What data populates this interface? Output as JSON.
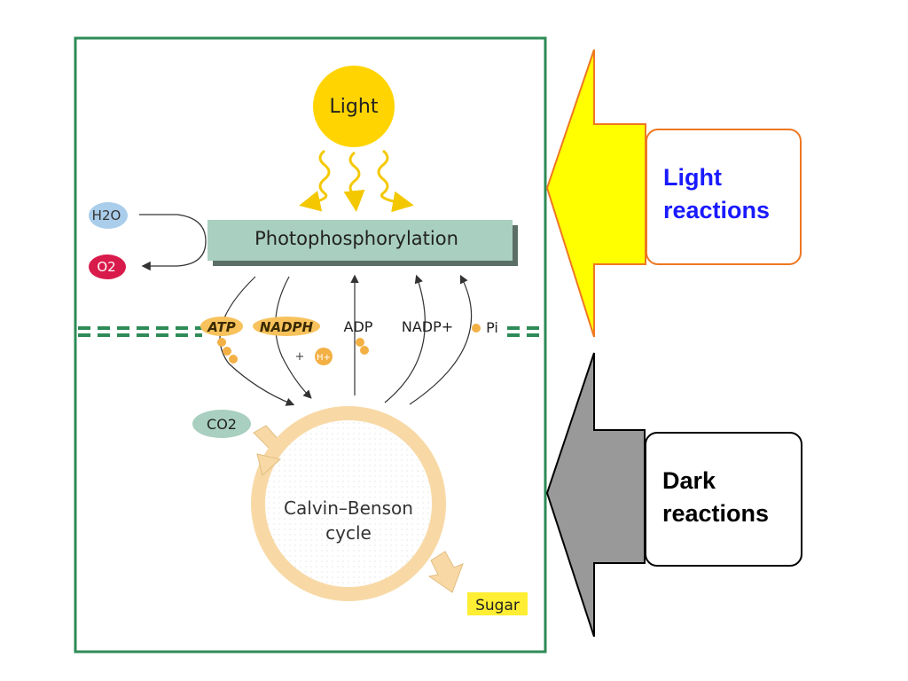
{
  "diagram": {
    "sun_label": "Light",
    "photophosphorylation_label": "Photophosphorylation",
    "water_label": "H2O",
    "oxygen_label": "O2",
    "atp_label": "ATP",
    "nadph_label": "NADPH",
    "adp_label": "ADP",
    "nadp_label": "NADP+",
    "pi_label": "Pi",
    "hplus_label": "H+",
    "plus_sign": "+",
    "co2_label": "CO2",
    "cycle_label_line1": "Calvin–Benson",
    "cycle_label_line2": "cycle",
    "sugar_label": "Sugar"
  },
  "callouts": {
    "light_line1": "Light",
    "light_line2": "reactions",
    "dark_line1": "Dark",
    "dark_line2": "reactions"
  },
  "colors": {
    "frame_green": "#2e8b57",
    "sun_yellow": "#ffd400",
    "bar_teal": "#a8cfc0",
    "water_blue": "#a9cdea",
    "oxygen_red": "#d81b4a",
    "cycle_tan": "#f8d9a6",
    "sugar_yellow": "#ffee33",
    "light_arrow": "#ffff00",
    "light_arrow_border": "#ee7722",
    "light_text": "#1a1aff",
    "dark_arrow": "#999999",
    "dark_arrow_border": "#000000"
  }
}
